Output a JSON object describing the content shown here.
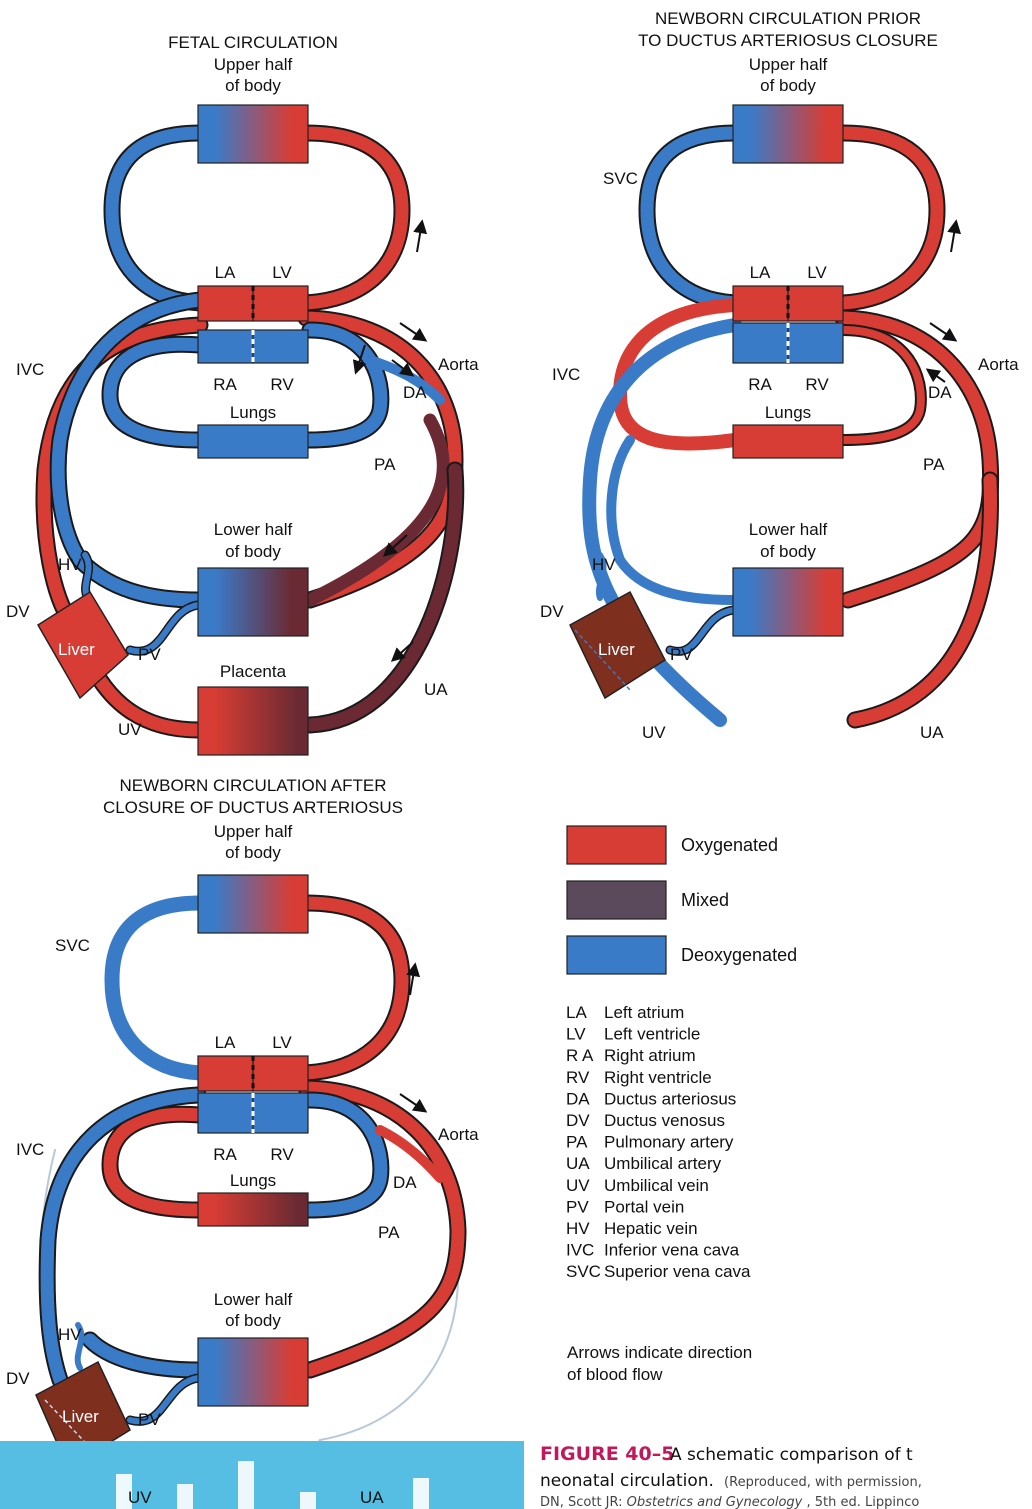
{
  "colors": {
    "oxygenated": "#d73d34",
    "mixed": "#6b2a33",
    "deoxygenated": "#3a7bc8",
    "liver": "#7f2f1e",
    "caption_heading": "#c2185b",
    "footer_bar": "#56bde3",
    "obliterated": "#b8c8d8"
  },
  "panels": {
    "fetal": {
      "title": [
        "FETAL CIRCULATION"
      ],
      "upper": [
        "Upper half",
        "of body"
      ],
      "la": "LA",
      "lv": "LV",
      "ra": "RA",
      "rv": "RV",
      "lungs": "Lungs",
      "lower": [
        "Lower half",
        "of body"
      ],
      "placenta": "Placenta",
      "liver": "Liver",
      "ivc": "IVC",
      "aorta": "Aorta",
      "da": "DA",
      "pa": "PA",
      "hv": "HV",
      "dv": "DV",
      "pv": "PV",
      "uv": "UV",
      "ua": "UA"
    },
    "prior": {
      "title": [
        "NEWBORN CIRCULATION PRIOR",
        "TO DUCTUS ARTERIOSUS CLOSURE"
      ],
      "upper": [
        "Upper half",
        "of body"
      ],
      "svc": "SVC",
      "la": "LA",
      "lv": "LV",
      "ra": "RA",
      "rv": "RV",
      "lungs": "Lungs",
      "lower": [
        "Lower half",
        "of body"
      ],
      "liver": "Liver",
      "ivc": "IVC",
      "aorta": "Aorta",
      "da": "DA",
      "pa": "PA",
      "hv": "HV",
      "dv": "DV",
      "pv": "PV",
      "uv": "UV",
      "ua": "UA"
    },
    "after": {
      "title": [
        "NEWBORN CIRCULATION AFTER",
        "CLOSURE OF DUCTUS ARTERIOSUS"
      ],
      "upper": [
        "Upper half",
        "of body"
      ],
      "svc": "SVC",
      "la": "LA",
      "lv": "LV",
      "ra": "RA",
      "rv": "RV",
      "lungs": "Lungs",
      "lower": [
        "Lower half",
        "of body"
      ],
      "liver": "Liver",
      "ivc": "IVC",
      "aorta": "Aorta",
      "da": "DA",
      "pa": "PA",
      "hv": "HV",
      "dv": "DV",
      "pv": "PV",
      "uv": "UV",
      "ua": "UA"
    }
  },
  "legend": {
    "swatches": [
      {
        "label": "Oxygenated",
        "color": "#d73d34"
      },
      {
        "label": "Mixed",
        "color": "#5a4a5c"
      },
      {
        "label": "Deoxygenated",
        "color": "#3a7bc8"
      }
    ],
    "abbreviations": [
      {
        "abbr": "LA",
        "meaning": "Left atrium"
      },
      {
        "abbr": "LV",
        "meaning": "Left ventricle"
      },
      {
        "abbr": "R A",
        "meaning": "Right atrium"
      },
      {
        "abbr": "RV",
        "meaning": "Right ventricle"
      },
      {
        "abbr": "DA",
        "meaning": "Ductus arteriosus"
      },
      {
        "abbr": "DV",
        "meaning": "Ductus venosus"
      },
      {
        "abbr": "PA",
        "meaning": "Pulmonary artery"
      },
      {
        "abbr": "UA",
        "meaning": "Umbilical artery"
      },
      {
        "abbr": "UV",
        "meaning": "Umbilical vein"
      },
      {
        "abbr": "PV",
        "meaning": "Portal vein"
      },
      {
        "abbr": "HV",
        "meaning": "Hepatic vein"
      },
      {
        "abbr": "IVC",
        "meaning": "Inferior vena cava"
      },
      {
        "abbr": "SVC",
        "meaning": "Superior vena cava"
      }
    ],
    "note": [
      "Arrows indicate direction",
      "of blood flow"
    ]
  },
  "caption": {
    "heading": "FIGURE 40–5",
    "line1": "A schematic comparison of t",
    "line2_prefix": "neonatal circulation.",
    "line2_rest": "(Reproduced, with permission, ",
    "line3_prefix": "DN, Scott JR: ",
    "line3_italic": "Obstetrics and Gynecology",
    "line3_rest": ", 5th ed. Lippinco"
  }
}
